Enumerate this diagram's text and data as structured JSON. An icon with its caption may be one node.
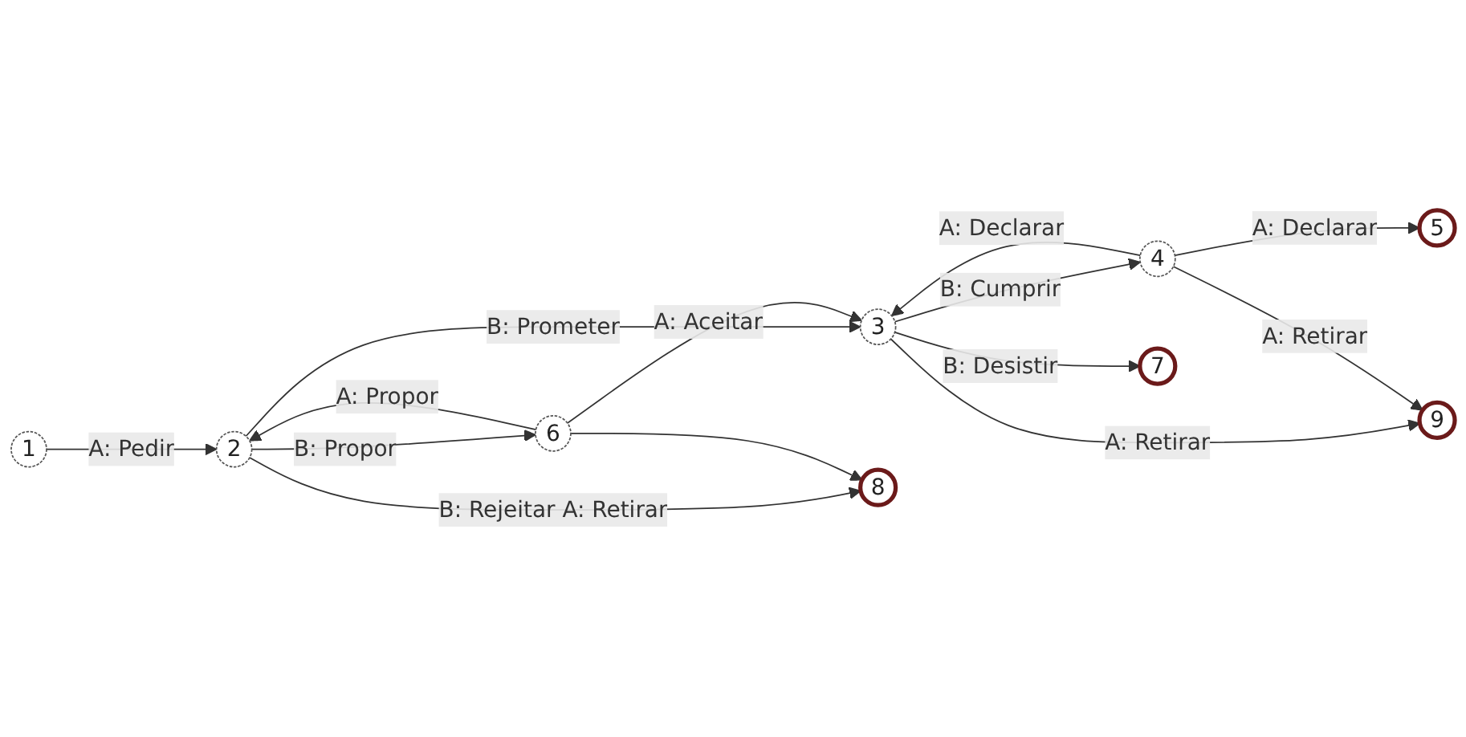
{
  "diagram": {
    "nodes": [
      {
        "text": [
          "1"
        ]
      },
      {
        "text": [
          "2"
        ]
      },
      {
        "text": [
          "3"
        ]
      },
      {
        "text": [
          "4"
        ]
      },
      {
        "text": [
          "5"
        ]
      },
      {
        "text": [
          "6"
        ]
      },
      {
        "text": [
          "7"
        ]
      },
      {
        "text": [
          "8"
        ]
      },
      {
        "text": [
          "9"
        ]
      }
    ],
    "edges": [
      {
        "from": 0,
        "to": 1,
        "arrow": "to",
        "label": "A: Pedir"
      },
      {
        "from": 1,
        "to": 2,
        "arrow": "to",
        "label": "B: Prometer"
      },
      {
        "from": 1,
        "to": 5,
        "arrow": "to",
        "label": "B: Propor"
      },
      {
        "from": 5,
        "to": 1,
        "arrow": "to",
        "label": "A: Propor"
      },
      {
        "from": 5,
        "to": 2,
        "arrow": "to",
        "label": "A: Aceitar"
      },
      {
        "from": 1,
        "to": 7,
        "arrow": "to",
        "label": "B: Rejeitar A: Retirar"
      },
      {
        "from": 5,
        "to": 7,
        "arrow": "to"
      },
      {
        "from": 2,
        "to": 3,
        "arrow": "to",
        "label": "B: Cumprir"
      },
      {
        "from": 3,
        "to": 2,
        "arrow": "to",
        "label": "A: Declarar"
      },
      {
        "from": 3,
        "to": 4,
        "arrow": "to",
        "label": "A: Declarar"
      },
      {
        "from": 2,
        "to": 6,
        "arrow": "to",
        "label": "B: Desistir"
      },
      {
        "from": 2,
        "to": 8,
        "arrow": "to",
        "label": "A: Retirar"
      },
      {
        "from": 3,
        "to": 8,
        "arrow": "to",
        "label": "A: Retirar"
      }
    ]
  }
}
